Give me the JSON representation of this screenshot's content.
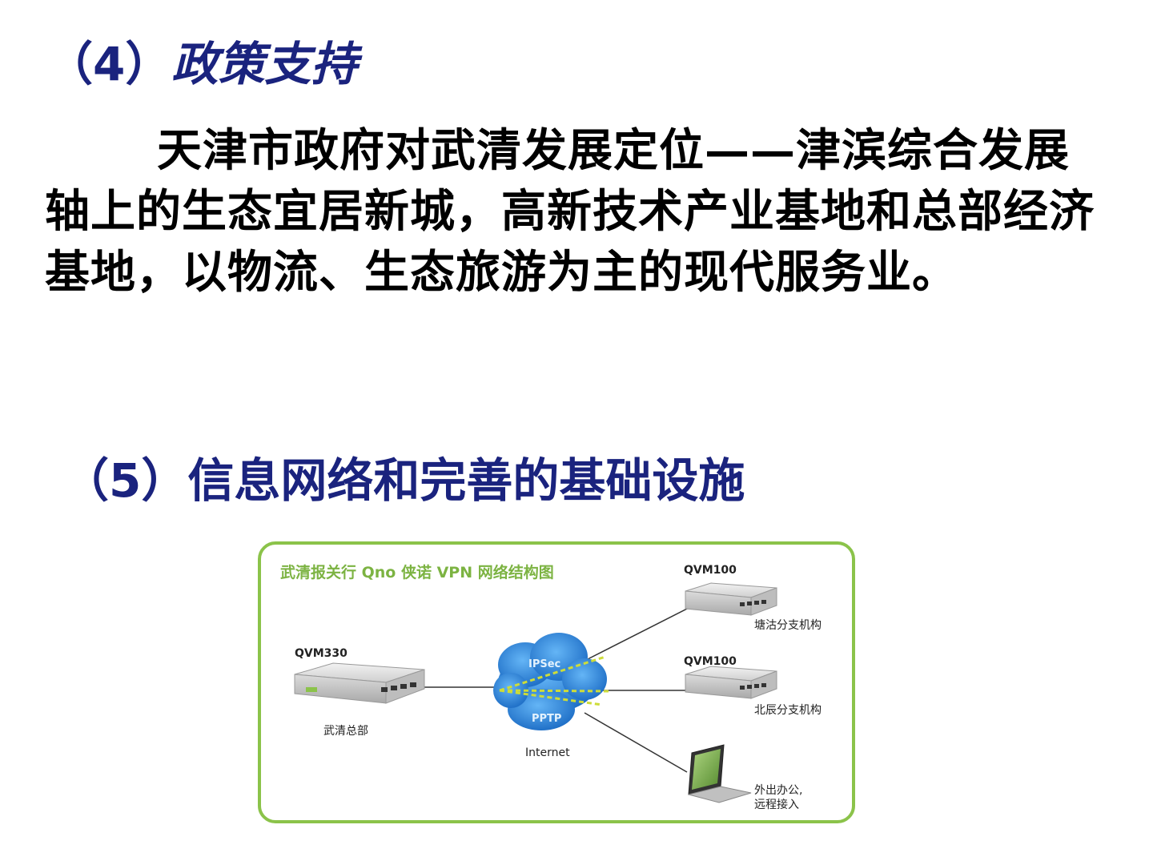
{
  "heading4": {
    "number": "（4）",
    "title": "政策支持"
  },
  "paragraph": "天津市政府对武清发展定位——津滨综合发展轴上的生态宜居新城，高新技术产业基地和总部经济基地，以物流、生态旅游为主的现代服务业。",
  "heading5": {
    "text": "（5）信息网络和完善的基础设施"
  },
  "diagram": {
    "title": "武清报关行 Qno 侠诺 VPN 网络结构图",
    "hq": {
      "model": "QVM330",
      "label": "武清总部"
    },
    "cloud": {
      "label": "Internet",
      "ipsec": "IPSec",
      "pptp": "PPTP"
    },
    "branch1": {
      "model": "QVM100",
      "label": "塘沽分支机构"
    },
    "branch2": {
      "model": "QVM100",
      "label": "北辰分支机构"
    },
    "remote": {
      "label_line1": "外出办公,",
      "label_line2": "远程接入"
    },
    "colors": {
      "border": "#8bc34a",
      "title": "#7cb342",
      "cloud": "#1e88e5",
      "tunnel": "#cddc39"
    }
  }
}
